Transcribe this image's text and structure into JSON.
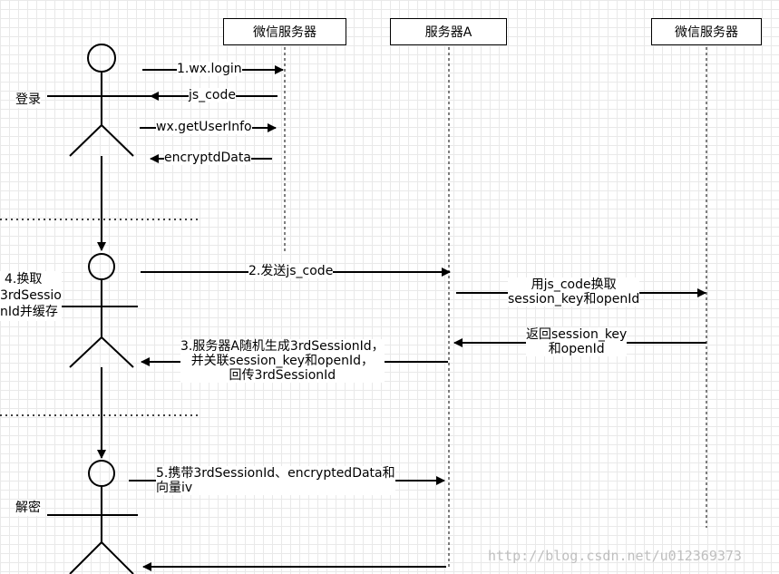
{
  "participants": {
    "wechat_server_left": "微信服务器",
    "server_a": "服务器A",
    "wechat_server_right": "微信服务器"
  },
  "sections": {
    "login": "登录",
    "swap_line1": "4.换取",
    "swap_line2": "3rdSessio",
    "swap_line3": "nId并缓存",
    "decrypt": "解密"
  },
  "messages": {
    "m1": "1.wx.login",
    "m2": "js_code",
    "m3": "wx.getUserInfo",
    "m4": "encryptdData",
    "m5": "2.发送js_code",
    "m6_line1": "用js_code换取",
    "m6_line2": "session_key和openId",
    "m7_line1": "返回session_key",
    "m7_line2": "和openId",
    "m8_line1": "3.服务器A随机生成3rdSessionId，",
    "m8_line2": "并关联session_key和openId，",
    "m8_line3": "回传3rdSessionId",
    "m9_line1": "5.携带3rdSessionId、encryptedData和",
    "m9_line2": "向量iv"
  },
  "watermark": "http://blog.csdn.net/u012369373"
}
